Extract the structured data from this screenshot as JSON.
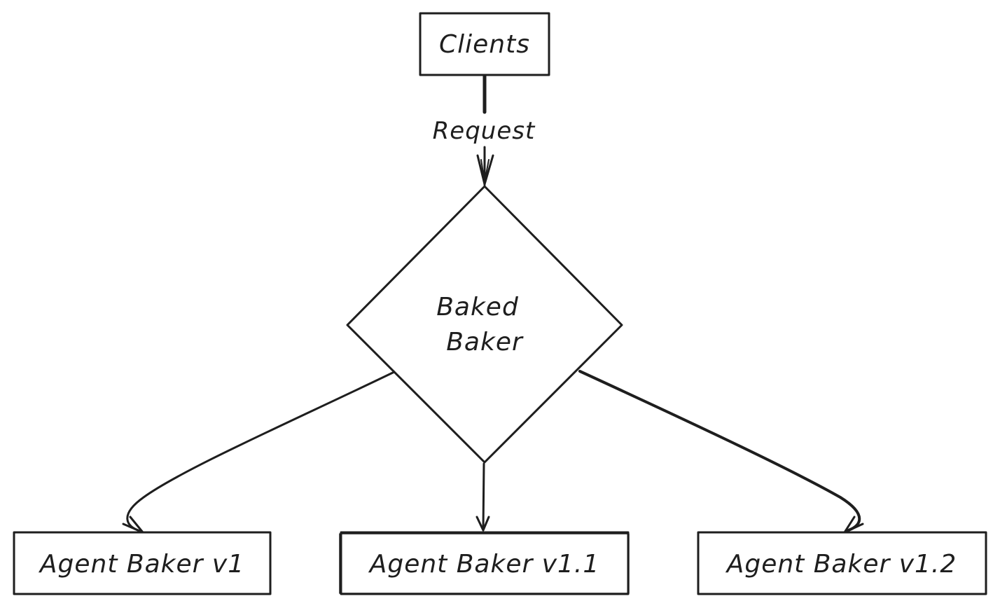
{
  "diagram": {
    "nodes": {
      "clients": {
        "label": "Clients"
      },
      "router": {
        "label_line1": "Baked",
        "label_line2": "Baker"
      },
      "agent_v1": {
        "label": "Agent Baker v1"
      },
      "agent_v11": {
        "label": "Agent Baker v1.1"
      },
      "agent_v12": {
        "label": "Agent Baker v1.2"
      }
    },
    "edges": {
      "request": {
        "label": "Request"
      }
    },
    "colors": {
      "stroke": "#1e1e1e",
      "background": "#ffffff"
    }
  }
}
